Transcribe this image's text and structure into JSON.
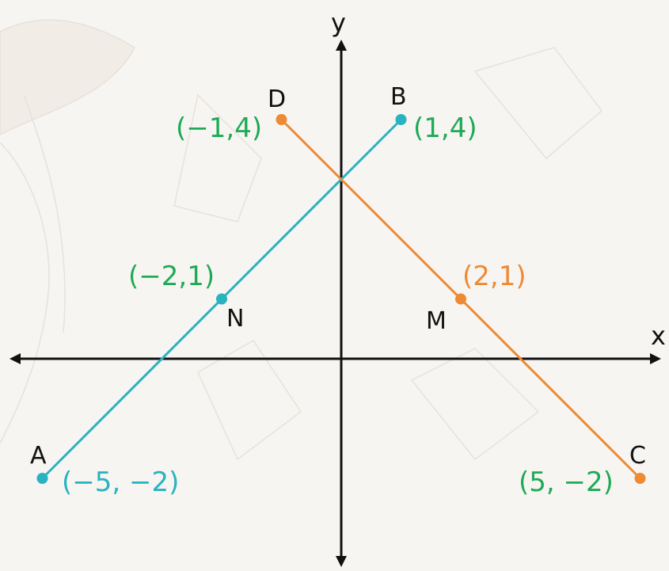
{
  "diagram": {
    "axes": {
      "x_label": "x",
      "y_label": "y"
    },
    "colors": {
      "axis": "#111111",
      "segment_AB": "#29b3c0",
      "segment_DC": "#ee8a33",
      "coord_green": "#1faa55",
      "coord_orange": "#ee8a33",
      "coord_teal": "#29b3c0",
      "background": "#f7f5f2"
    },
    "points": {
      "A": {
        "name": "A",
        "coord": "(−5, −2)",
        "x": -5,
        "y": -2
      },
      "B": {
        "name": "B",
        "coord": "(1,4)",
        "x": 1,
        "y": 4
      },
      "C": {
        "name": "C",
        "coord": "(5, −2)",
        "x": 5,
        "y": -2
      },
      "D": {
        "name": "D",
        "coord": "(−1,4)",
        "x": -1,
        "y": 4
      },
      "N": {
        "name": "N",
        "coord": "(−2,1)",
        "x": -2,
        "y": 1
      },
      "M": {
        "name": "M",
        "coord": "(2,1)",
        "x": 2,
        "y": 1
      }
    },
    "segments": [
      {
        "from": "A",
        "to": "B",
        "color_key": "segment_AB"
      },
      {
        "from": "D",
        "to": "C",
        "color_key": "segment_DC"
      }
    ]
  }
}
